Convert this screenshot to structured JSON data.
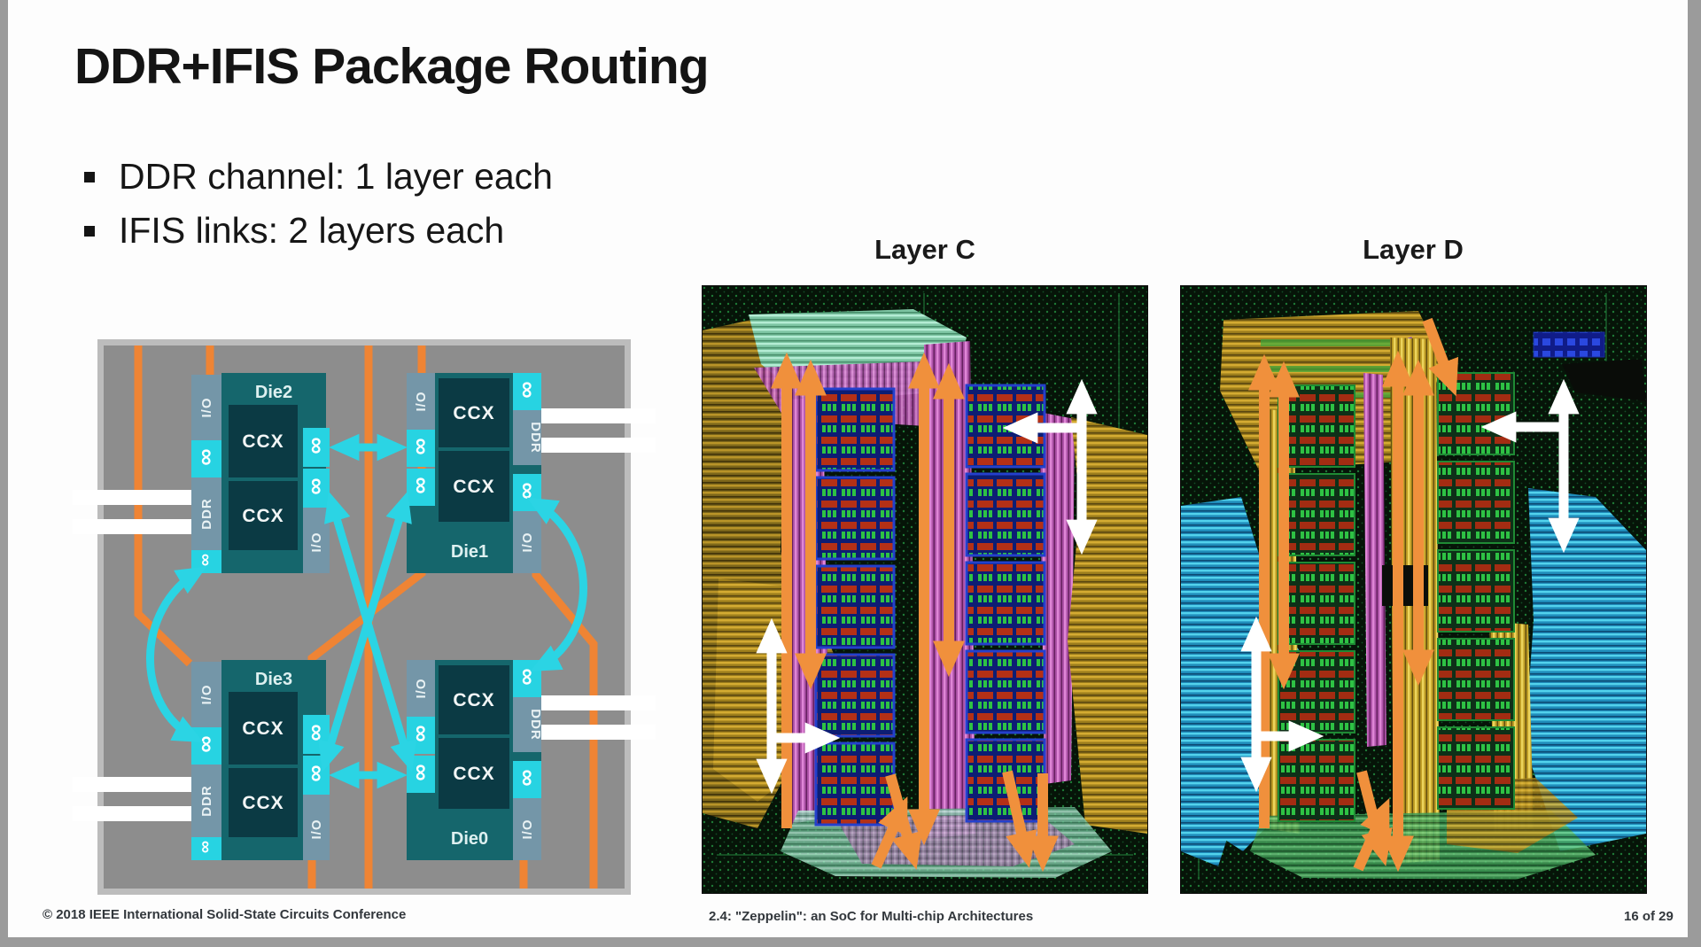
{
  "slide": {
    "title": "DDR+IFIS Package Routing",
    "bullets": [
      "DDR channel: 1 layer each",
      "IFIS links: 2 layers each"
    ],
    "panels": [
      {
        "label": "Layer C"
      },
      {
        "label": "Layer D"
      }
    ],
    "footer": {
      "left": "© 2018 IEEE International Solid-State Circuits Conference",
      "center": "2.4: \"Zeppelin\": an SoC for Multi-chip Architectures",
      "right": "16 of 29"
    }
  },
  "diagram": {
    "labels": {
      "ccx": "CCX",
      "ddr": "DDR",
      "io": "I/O",
      "ifis": "∞"
    },
    "dies": [
      {
        "name": "Die2",
        "position": "top-left"
      },
      {
        "name": "Die1",
        "position": "top-right"
      },
      {
        "name": "Die3",
        "position": "bottom-left"
      },
      {
        "name": "Die0",
        "position": "bottom-right"
      }
    ],
    "colors": {
      "package_bg": "#8d8d8d",
      "package_border": "#bcbcbc",
      "die_teal": "#15666c",
      "ccx_dark": "#0b3a44",
      "io_slate": "#7496a8",
      "ifis_cyan": "#27d3e2",
      "ddr_trace_orange": "#ef8434",
      "ifis_arrow_cyan": "#2bd4e4",
      "ddr_channel_white": "#ffffff"
    }
  },
  "routing": {
    "arrow_orange": "#f0903c",
    "arrow_white": "#ffffff",
    "board_dark_green": "#061408"
  }
}
